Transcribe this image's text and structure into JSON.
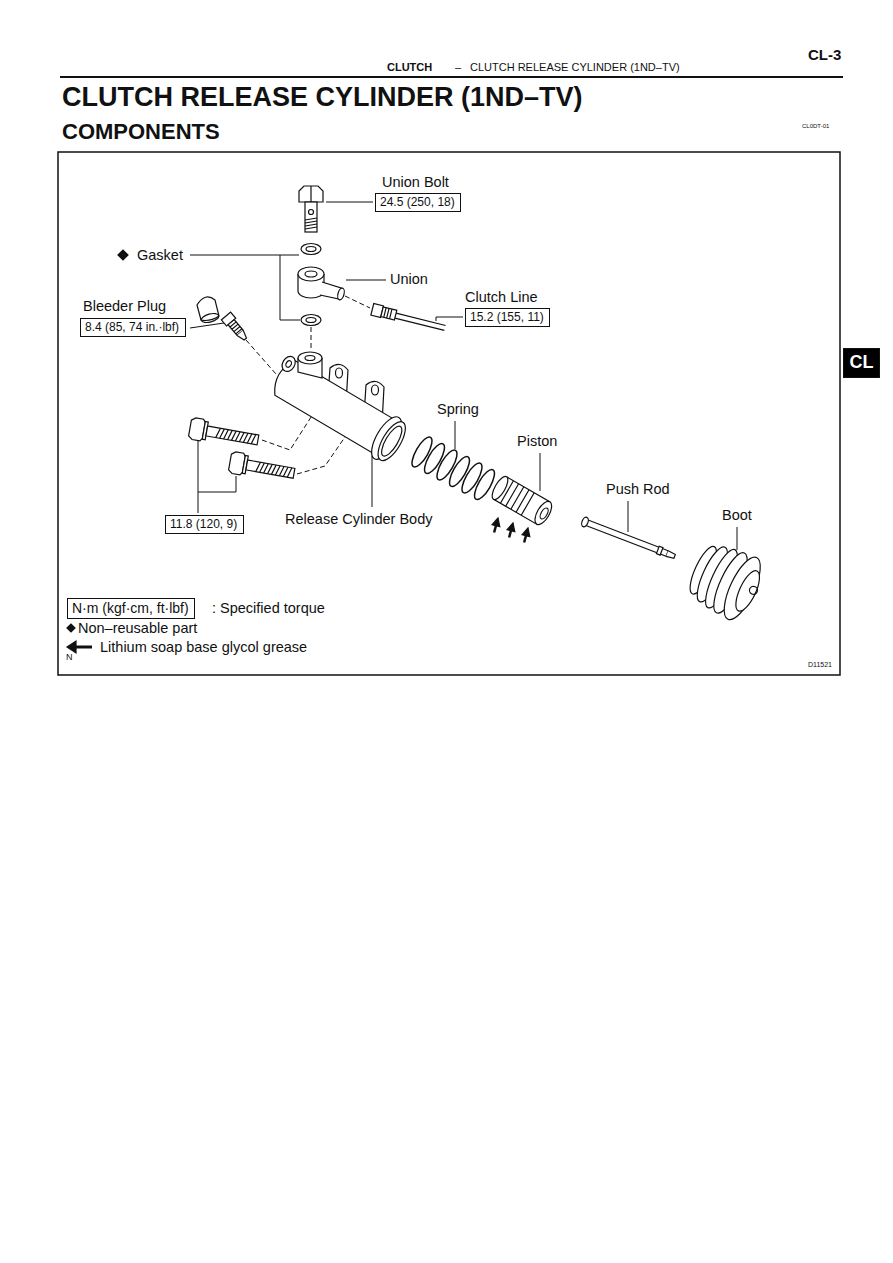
{
  "diagram": {
    "title": "CLUTCH RELEASE CYLINDER (1ND–TV)",
    "nodes": [
      {
        "text": [
          "24.5 (250, 18)"
        ]
      },
      {
        "text": [
          "15.2 (155, 11)"
        ]
      },
      {
        "text": [
          "8.4 (85, 74 in.·lbf)"
        ]
      },
      {
        "text": [
          "CL"
        ]
      },
      {
        "text": [
          "11.8 (120, 9)"
        ]
      },
      {
        "text": [
          "N·m (kgf·cm, ft·lbf)"
        ]
      }
    ],
    "labels": [
      "CL-3",
      "CLUTCH",
      "–",
      "CLUTCH RELEASE CYLINDER (1ND–TV)",
      "COMPONENTS",
      "CL0DT-01",
      "Union Bolt",
      "Gasket",
      "Union",
      "Clutch Line",
      "Bleeder Plug",
      "Spring",
      "Piston",
      "Push Rod",
      "Release Cylinder Body",
      "Boot",
      "N",
      "D11521"
    ],
    "legend": [
      {
        "text": ": Specified torque"
      },
      {
        "text": "Non–reusable part"
      },
      {
        "text": "Lithium soap base glycol grease"
      }
    ]
  }
}
